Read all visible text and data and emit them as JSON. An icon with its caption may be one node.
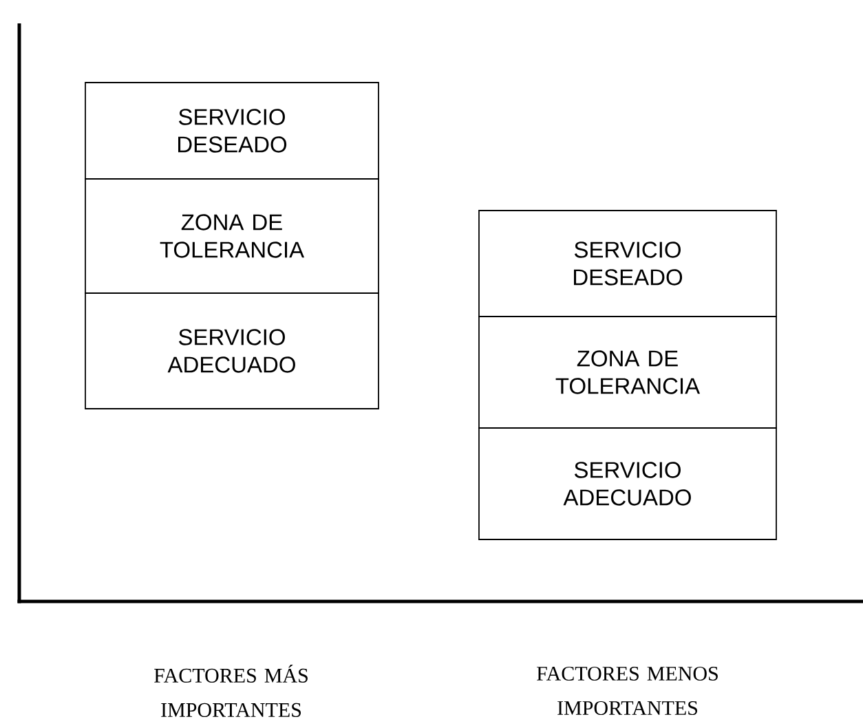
{
  "diagram": {
    "nodes": [
      {
        "text": [
          "SERVICIO DESEADO"
        ]
      },
      {
        "text": [
          "ZONA DE TOLERANCIA"
        ]
      },
      {
        "text": [
          "SERVICIO ADECUADO"
        ]
      },
      {
        "text": [
          "SERVICIO DESEADO"
        ]
      },
      {
        "text": [
          "ZONA DE TOLERANCIA"
        ]
      },
      {
        "text": [
          "SERVICIO ADECUADO"
        ]
      }
    ],
    "labels": [
      "FACTORES MÁS IMPORTANTES",
      "FACTORES MENOS IMPORTANTES"
    ]
  }
}
